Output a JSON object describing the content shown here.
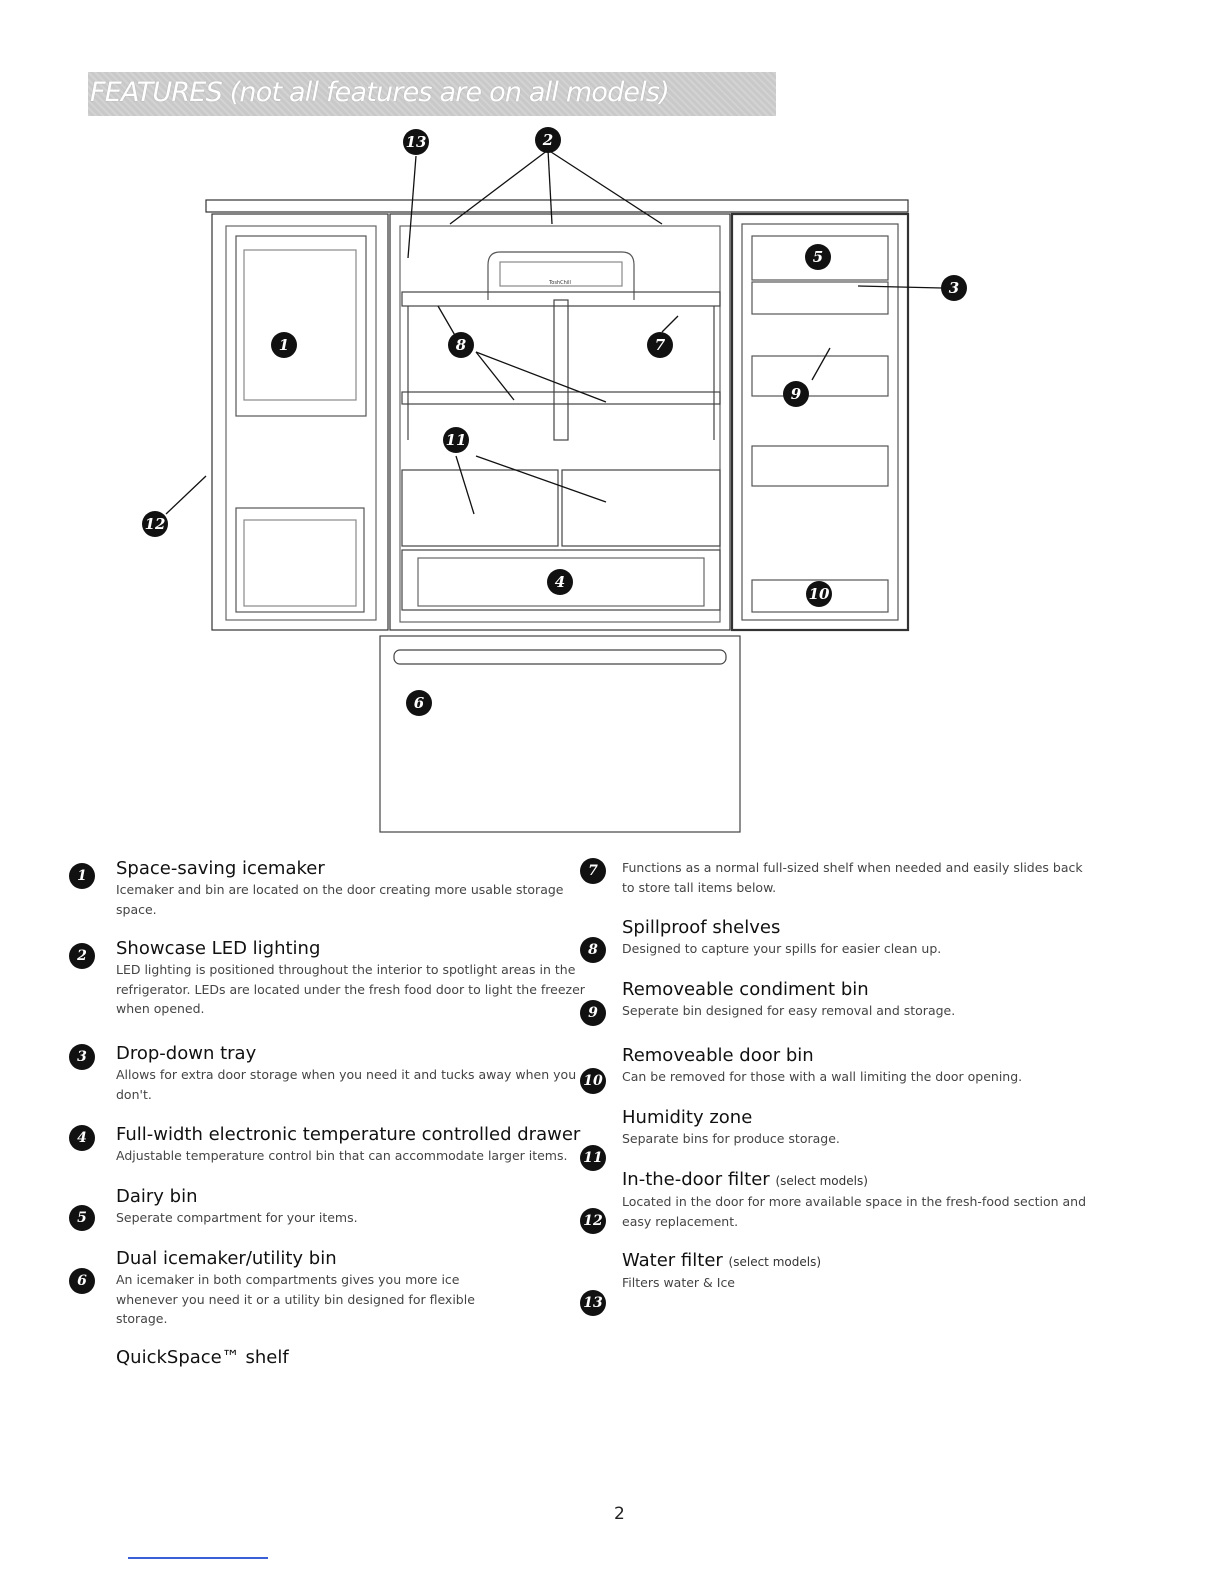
{
  "header": {
    "title": "FEATURES (not all features are on all models)"
  },
  "diagram": {
    "callouts": [
      "1",
      "2",
      "3",
      "4",
      "5",
      "6",
      "7",
      "8",
      "9",
      "10",
      "11",
      "12",
      "13"
    ],
    "panel_text": "ToshChill"
  },
  "features": [
    {
      "number": "1",
      "title": "Space-saving icemaker",
      "note": "",
      "description": "Icemaker and bin are located on the door creating more usable storage space."
    },
    {
      "number": "2",
      "title": "Showcase LED lighting",
      "note": "",
      "description": "LED lighting is positioned throughout the interior to spotlight areas in the refrigerator. LEDs are located under the fresh food door to light the freezer when opened."
    },
    {
      "number": "3",
      "title": "Drop-down tray",
      "note": "",
      "description": "Allows for extra door storage when you need it and tucks away when you don't."
    },
    {
      "number": "4",
      "title": "Full-width electronic temperature controlled drawer",
      "note": "",
      "description": "Adjustable temperature control bin that can accommodate larger items."
    },
    {
      "number": "5",
      "title": "Dairy bin",
      "note": "",
      "description": "Seperate compartment for your items."
    },
    {
      "number": "6",
      "title": "Dual icemaker/utility bin",
      "note": "",
      "description": "An icemaker in both compartments gives you more ice whenever you need it or a utility bin designed for flexible storage."
    },
    {
      "number": "7",
      "title": "QuickSpace™ shelf",
      "note": "",
      "description": "Functions as a normal full-sized shelf when needed and easily slides back to store tall items below."
    },
    {
      "number": "8",
      "title": "Spillproof shelves",
      "note": "",
      "description": "Designed to capture your spills for easier clean up."
    },
    {
      "number": "9",
      "title": "Removeable condiment bin",
      "note": "",
      "description": "Seperate bin designed for easy removal and storage."
    },
    {
      "number": "10",
      "title": "Removeable door bin",
      "note": "",
      "description": "Can be removed for those with a wall limiting the door opening."
    },
    {
      "number": "11",
      "title": "Humidity zone",
      "note": "",
      "description": "Separate bins for produce storage."
    },
    {
      "number": "12",
      "title": "In-the-door filter",
      "note": "(select models)",
      "description": "Located in the door for more available space in the fresh-food section and easy replacement."
    },
    {
      "number": "13",
      "title": "Water filter",
      "note": "(select models)",
      "description": "Filters water & Ice"
    }
  ],
  "footer": {
    "page_number": "2"
  }
}
